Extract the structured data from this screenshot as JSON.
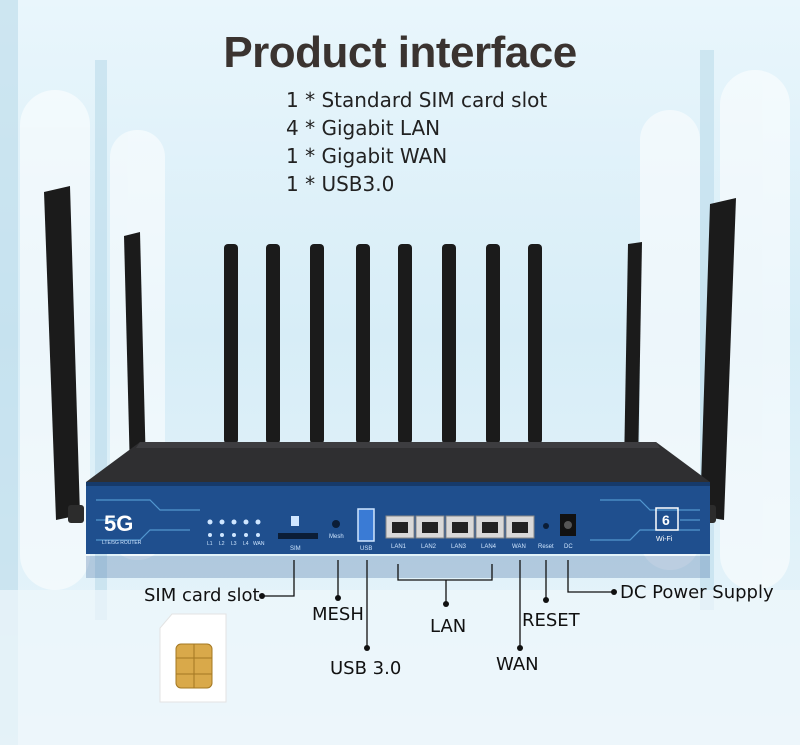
{
  "title": "Product interface",
  "features": [
    "1 * Standard SIM card slot",
    "4 * Gigabit LAN",
    "1 * Gigabit WAN",
    "1 * USB3.0"
  ],
  "router": {
    "logo": "5G",
    "logo_sub": "LTE/5G ROUTER",
    "wifi_badge": "6",
    "wifi_text": "Wi-Fi",
    "leds": [
      "L1",
      "L2",
      "L3",
      "L4",
      "WAN"
    ],
    "port_labels": {
      "sim": "SIM",
      "mesh": "Mesh",
      "usb": "USB",
      "lan1": "LAN1",
      "lan2": "LAN2",
      "lan3": "LAN3",
      "lan4": "LAN4",
      "wan": "WAN",
      "reset": "Reset",
      "dc": "DC"
    }
  },
  "callouts": {
    "sim": "SIM card slot",
    "mesh": "MESH",
    "usb": "USB 3.0",
    "lan": "LAN",
    "wan": "WAN",
    "reset": "RESET",
    "dc": "DC Power Supply"
  },
  "colors": {
    "panel": "#1f4f8e",
    "body": "#2a2a2c",
    "antenna": "#1b1b1b",
    "sim_chip": "#d9a94a"
  }
}
